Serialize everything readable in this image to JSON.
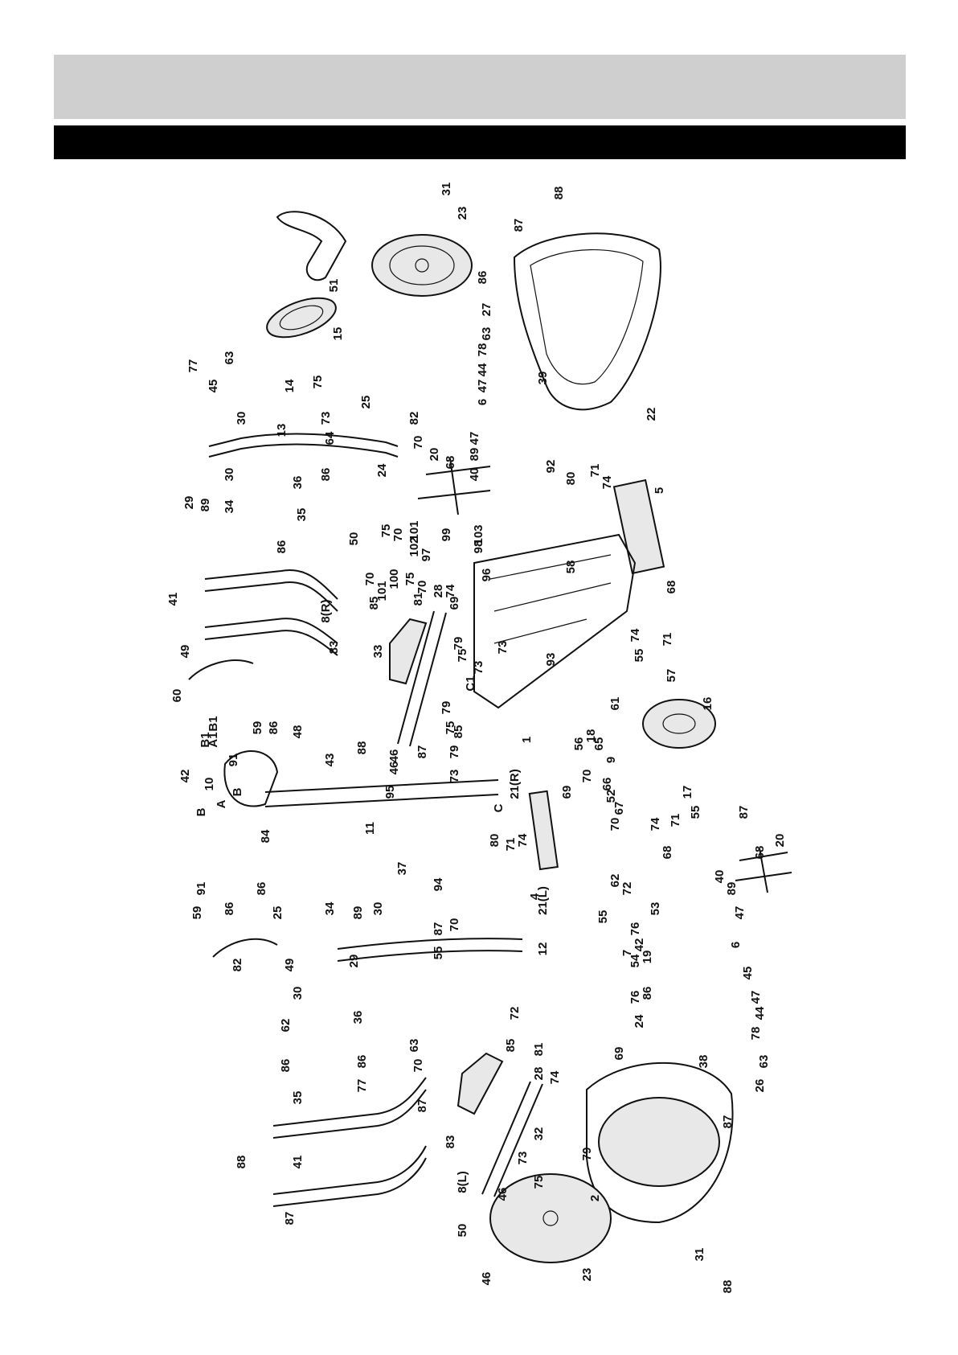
{
  "header": {
    "title": "",
    "subtitle": ""
  },
  "footer_text": "",
  "labels": [
    "31",
    "23",
    "88",
    "87",
    "51",
    "86",
    "15",
    "27",
    "63",
    "77",
    "63",
    "78",
    "44",
    "47",
    "45",
    "6",
    "14",
    "75",
    "47",
    "39",
    "30",
    "13",
    "82",
    "73",
    "64",
    "25",
    "70",
    "89",
    "20",
    "68",
    "40",
    "92",
    "22",
    "29",
    "30",
    "89",
    "34",
    "36",
    "86",
    "24",
    "80",
    "71",
    "74",
    "5",
    "35",
    "86",
    "75",
    "70",
    "101",
    "102",
    "97",
    "99",
    "98",
    "103",
    "50",
    "96",
    "58",
    "41",
    "70",
    "85",
    "101",
    "100",
    "75",
    "81",
    "70",
    "28",
    "74",
    "69",
    "8(R)",
    "49",
    "68",
    "33",
    "79",
    "73",
    "74",
    "71",
    "75",
    "73",
    "55",
    "57",
    "83",
    "93",
    "C1",
    "60",
    "79",
    "61",
    "75",
    "B1",
    "A1",
    "B1",
    "85",
    "16",
    "86",
    "59",
    "48",
    "18",
    "46",
    "56",
    "65",
    "87",
    "88",
    "1",
    "79",
    "73",
    "9",
    "46",
    "95",
    "66",
    "42",
    "91",
    "70",
    "52",
    "10",
    "43",
    "C",
    "69",
    "B",
    "A",
    "21(R)",
    "B",
    "67",
    "70",
    "17",
    "55",
    "84",
    "11",
    "74",
    "71",
    "80",
    "71",
    "74",
    "68",
    "20",
    "68",
    "40",
    "87",
    "89",
    "47",
    "6",
    "37",
    "4",
    "94",
    "62",
    "34",
    "30",
    "89",
    "87",
    "21(L)",
    "72",
    "76",
    "53",
    "55",
    "42",
    "91",
    "59",
    "86",
    "86",
    "25",
    "70",
    "54",
    "7",
    "19",
    "55",
    "12",
    "82",
    "49",
    "29",
    "30",
    "86",
    "72",
    "24",
    "76",
    "62",
    "36",
    "45",
    "47",
    "44",
    "78",
    "63",
    "26",
    "86",
    "35",
    "86",
    "77",
    "63",
    "70",
    "85",
    "81",
    "28",
    "74",
    "69",
    "38",
    "87",
    "83",
    "32",
    "73",
    "75",
    "79",
    "87",
    "88",
    "41",
    "8(L)",
    "46",
    "2",
    "87",
    "50",
    "46",
    "23",
    "31",
    "88"
  ]
}
